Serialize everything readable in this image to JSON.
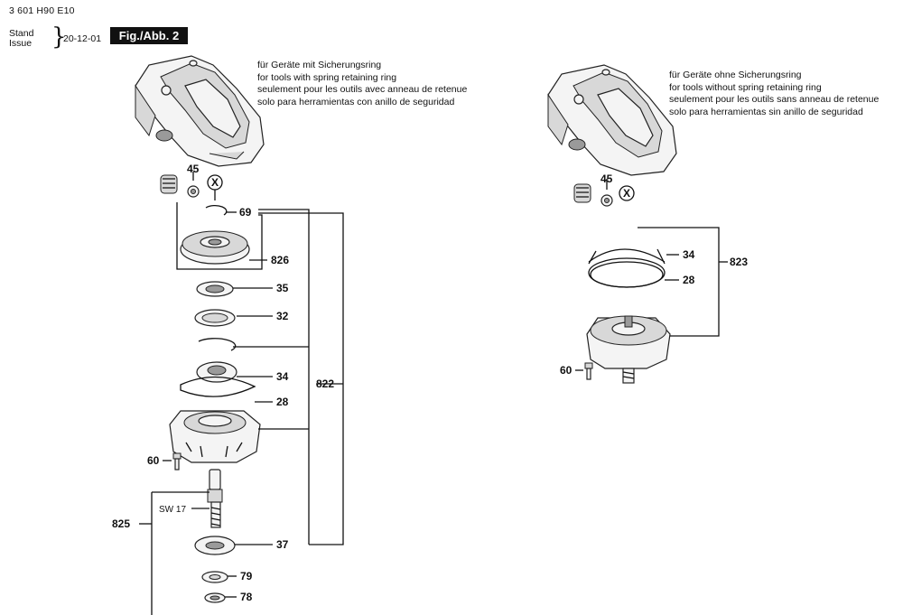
{
  "header": {
    "doc_number": "3 601 H90 E10",
    "stand": "Stand",
    "issue": "Issue",
    "date": "20-12-01",
    "figure": "Fig./Abb. 2"
  },
  "notes": {
    "left": [
      "für Geräte mit Sicherungsring",
      "for tools with spring retaining ring",
      "seulement pour les outils avec anneau de retenue",
      "solo para herramientas con anillo de seguridad"
    ],
    "right": [
      "für Geräte ohne Sicherungsring",
      "for tools without spring retaining ring",
      "seulement pour les outils sans anneau de retenue",
      "solo para herramientas sin anillo de seguridad"
    ]
  },
  "labels": {
    "left": {
      "p45": "45",
      "x": "X",
      "p69": "69",
      "p826": "826",
      "p35": "35",
      "p32": "32",
      "p34": "34",
      "p822": "822",
      "p28": "28",
      "p60": "60",
      "sw17": "SW 17",
      "p825": "825",
      "p37": "37",
      "p79": "79",
      "p78": "78"
    },
    "right": {
      "p45": "45",
      "x": "X",
      "p34": "34",
      "p823": "823",
      "p28": "28",
      "p60": "60"
    }
  }
}
